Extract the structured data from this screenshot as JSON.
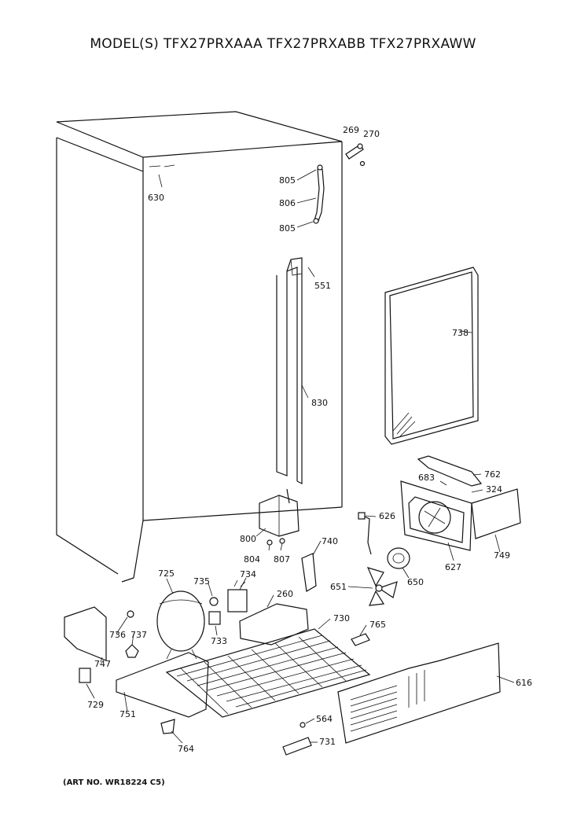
{
  "title": "MODEL(S) TFX27PRXAAA TFX27PRXABB TFX27PRXAWW",
  "art_number": "(ART NO. WR18224 C5)",
  "callouts": {
    "c269": "269",
    "c270": "270",
    "c805a": "805",
    "c806": "806",
    "c805b": "805",
    "c630": "630",
    "c551": "551",
    "c738": "738",
    "c830": "830",
    "c762": "762",
    "c683": "683",
    "c324": "324",
    "c626": "626",
    "c800": "800",
    "c740": "740",
    "c804": "804",
    "c807": "807",
    "c650": "650",
    "c627": "627",
    "c749": "749",
    "c725": "725",
    "c735": "735",
    "c734": "734",
    "c260": "260",
    "c651": "651",
    "c730": "730",
    "c765": "765",
    "c736": "736",
    "c737": "737",
    "c733": "733",
    "c747": "747",
    "c729": "729",
    "c751": "751",
    "c564": "564",
    "c731": "731",
    "c764": "764",
    "c616": "616"
  }
}
